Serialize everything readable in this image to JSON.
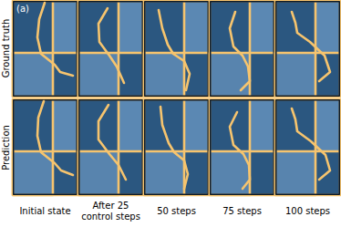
{
  "diagram": {
    "labels": [
      "(a)",
      "Ground truth",
      "Prediction",
      "Initial state",
      "After 25 control steps",
      "50 steps",
      "75 steps",
      "100 steps"
    ]
  }
}
